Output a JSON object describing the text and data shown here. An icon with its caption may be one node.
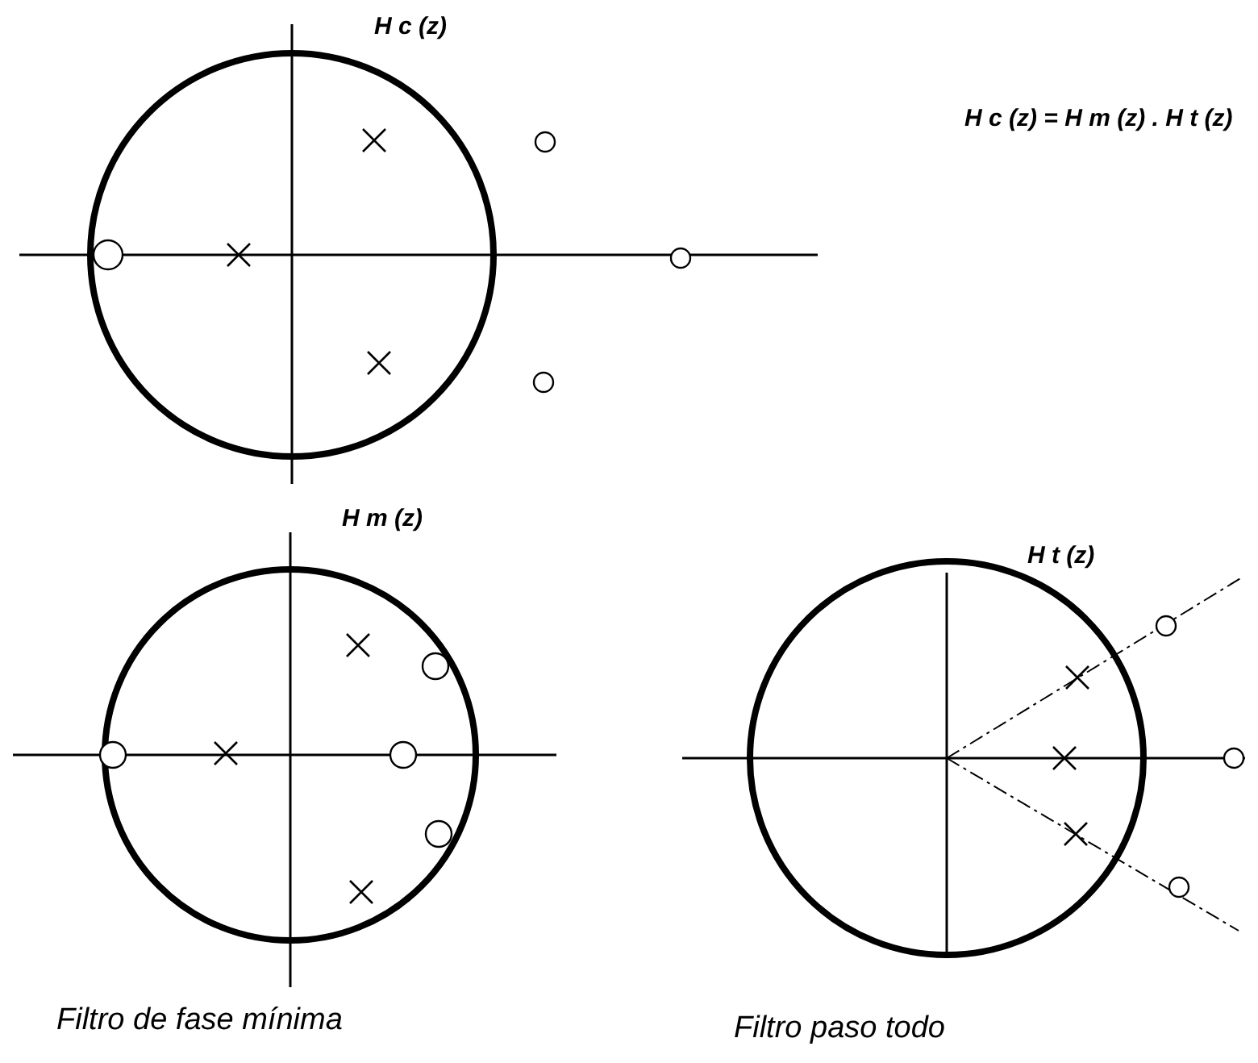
{
  "diagram": {
    "labels": [
      "H c (z)",
      "H c (z) = H m (z) . H t (z)",
      "H m (z)",
      "H t (z)",
      "Filtro de fase mínima",
      "Filtro paso todo"
    ]
  }
}
